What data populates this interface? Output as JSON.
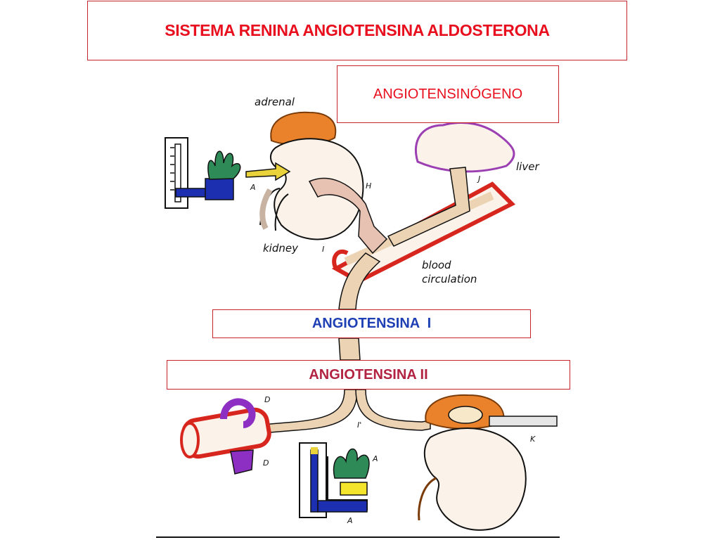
{
  "title": "SISTEMA RENINA ANGIOTENSINA ALDOSTERONA",
  "boxes": {
    "angiotensinogen": "ANGIOTENSINÓGENO",
    "angiotensin_1": "ANGIOTENSINA  I",
    "angiotensin_2": "ANGIOTENSINA II"
  },
  "labels": {
    "adrenal": "adrenal",
    "liver": "liver",
    "kidney": "kidney",
    "blood": "blood",
    "circulation": "circulation"
  },
  "letters": {
    "a_top": "A",
    "h": "H",
    "j": "J",
    "i": "I",
    "d_top": "D",
    "d_bottom": "D",
    "i_prime": "I'",
    "k": "K",
    "a_bottom_right": "A",
    "a_bottom": "A"
  },
  "colors": {
    "title_red": "#e8101e",
    "box_border": "#c8232c",
    "angiotensin_1_blue": "#1f3fb4",
    "angiotensin_2_crimson": "#b22342",
    "vessel_red": "#d7261e",
    "adrenal_orange": "#e9822a",
    "liver_purple": "#9b3fb3",
    "manometer_blue": "#1c2fb0",
    "flow_tan": "#ecd3b4",
    "plant_green": "#2e8b57"
  }
}
